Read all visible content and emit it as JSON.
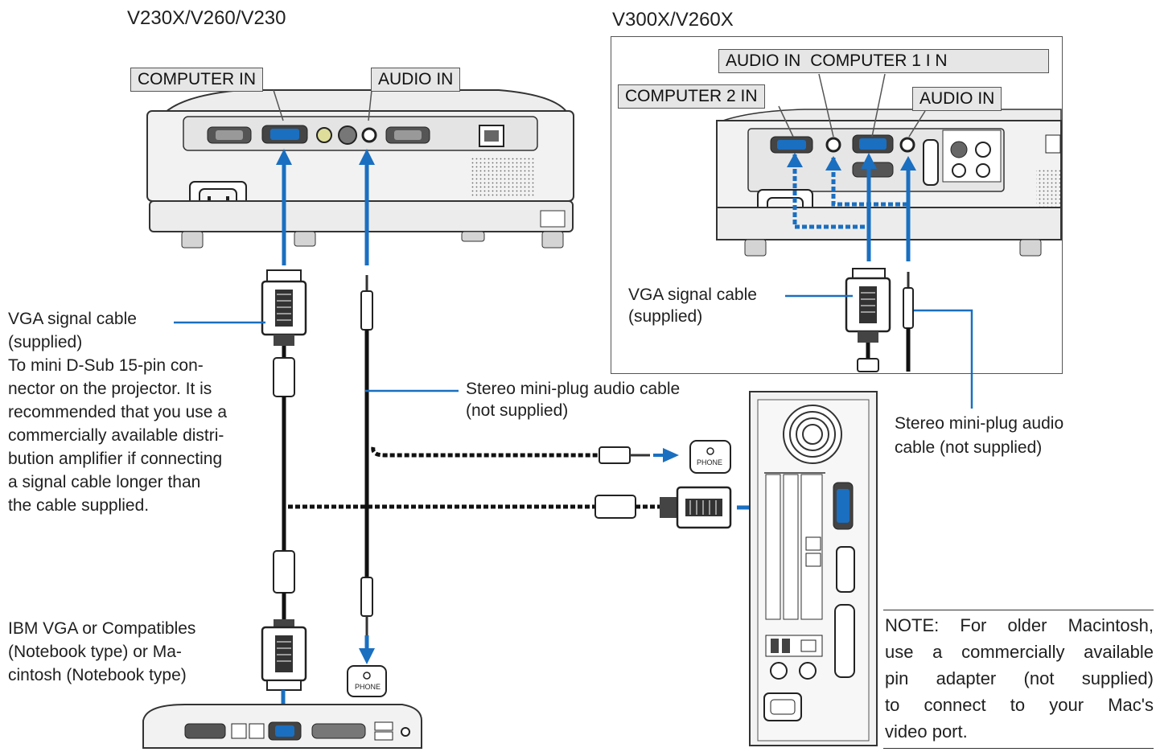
{
  "models": {
    "left": "V230X/V260/V230",
    "right": "V300X/V260X"
  },
  "ports": {
    "left_computer_in": "COMPUTER IN",
    "left_audio_in": "AUDIO IN",
    "right_audio_in_top": "AUDIO IN",
    "right_computer1_in": "COMPUTER 1 I N",
    "right_computer2_in": "COMPUTER 2 IN",
    "right_audio_in": "AUDIO IN",
    "phone_label": "PHONE"
  },
  "labels": {
    "vga_left_lines": [
      "VGA signal cable",
      "(supplied)",
      "To mini D-Sub 15-pin con-",
      "nector on the projector. It is",
      "recommended that you use a",
      "commercially available distri-",
      "bution amplifier if connecting",
      "a signal cable longer than",
      "the cable supplied."
    ],
    "vga_right_lines": [
      "VGA signal cable",
      "(supplied)"
    ],
    "audio_middle_lines": [
      "Stereo mini-plug audio cable",
      "(not supplied)"
    ],
    "audio_right_lines": [
      "Stereo mini-plug audio",
      "cable (not supplied)"
    ],
    "ibm_lines": [
      "IBM VGA or Compatibles",
      "(Notebook type) or Ma-",
      "cintosh (Notebook type)"
    ],
    "note_lines": [
      "NOTE: For older Macintosh,",
      "use a commercially available",
      "pin adapter (not supplied)",
      "to connect to your Mac's",
      "video port."
    ]
  },
  "colors": {
    "arrow_blue": "#1a6fc0",
    "line_blue": "#1a6fc0",
    "device_gray": "#e9e9e9",
    "device_dark": "#3a3a3a",
    "tag_fill": "#e6e6e6"
  },
  "icons": [
    "arrow-up-icon",
    "arrow-right-icon",
    "arrow-down-icon",
    "vga-connector-icon",
    "mini-plug-icon",
    "phone-jack-icon",
    "power-inlet-icon",
    "fan-icon"
  ]
}
